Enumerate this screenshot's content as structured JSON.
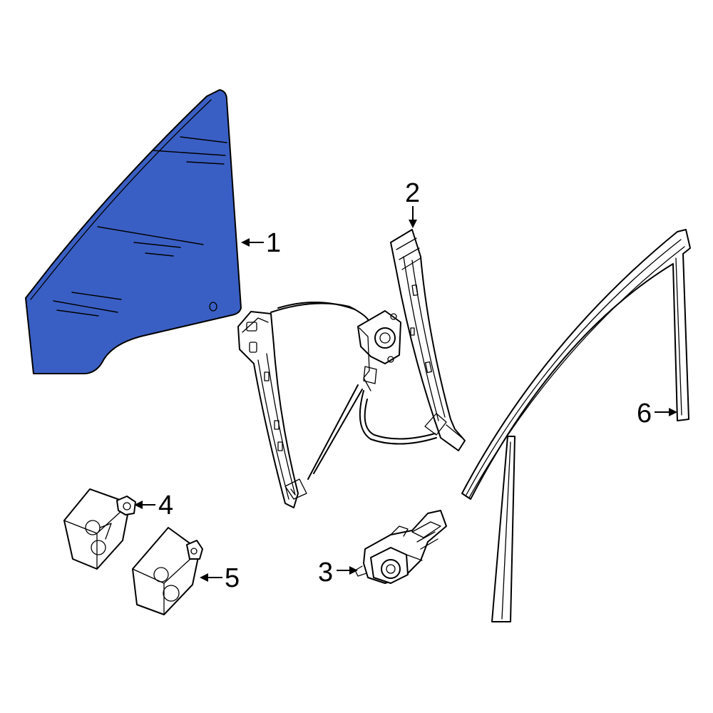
{
  "diagram": {
    "highlight_color": "#3a5fc4",
    "outline_color": "#000000",
    "background_color": "#ffffff",
    "parts": [
      {
        "id": "glass",
        "callout": "1",
        "highlighted": true
      },
      {
        "id": "window-regulator",
        "callout": "2",
        "highlighted": false
      },
      {
        "id": "regulator-motor",
        "callout": "3",
        "highlighted": false
      },
      {
        "id": "window-switch-module",
        "callout": "4",
        "highlighted": false
      },
      {
        "id": "window-switch-module-2",
        "callout": "5",
        "highlighted": false
      },
      {
        "id": "run-channel",
        "callout": "6",
        "highlighted": false
      }
    ]
  }
}
